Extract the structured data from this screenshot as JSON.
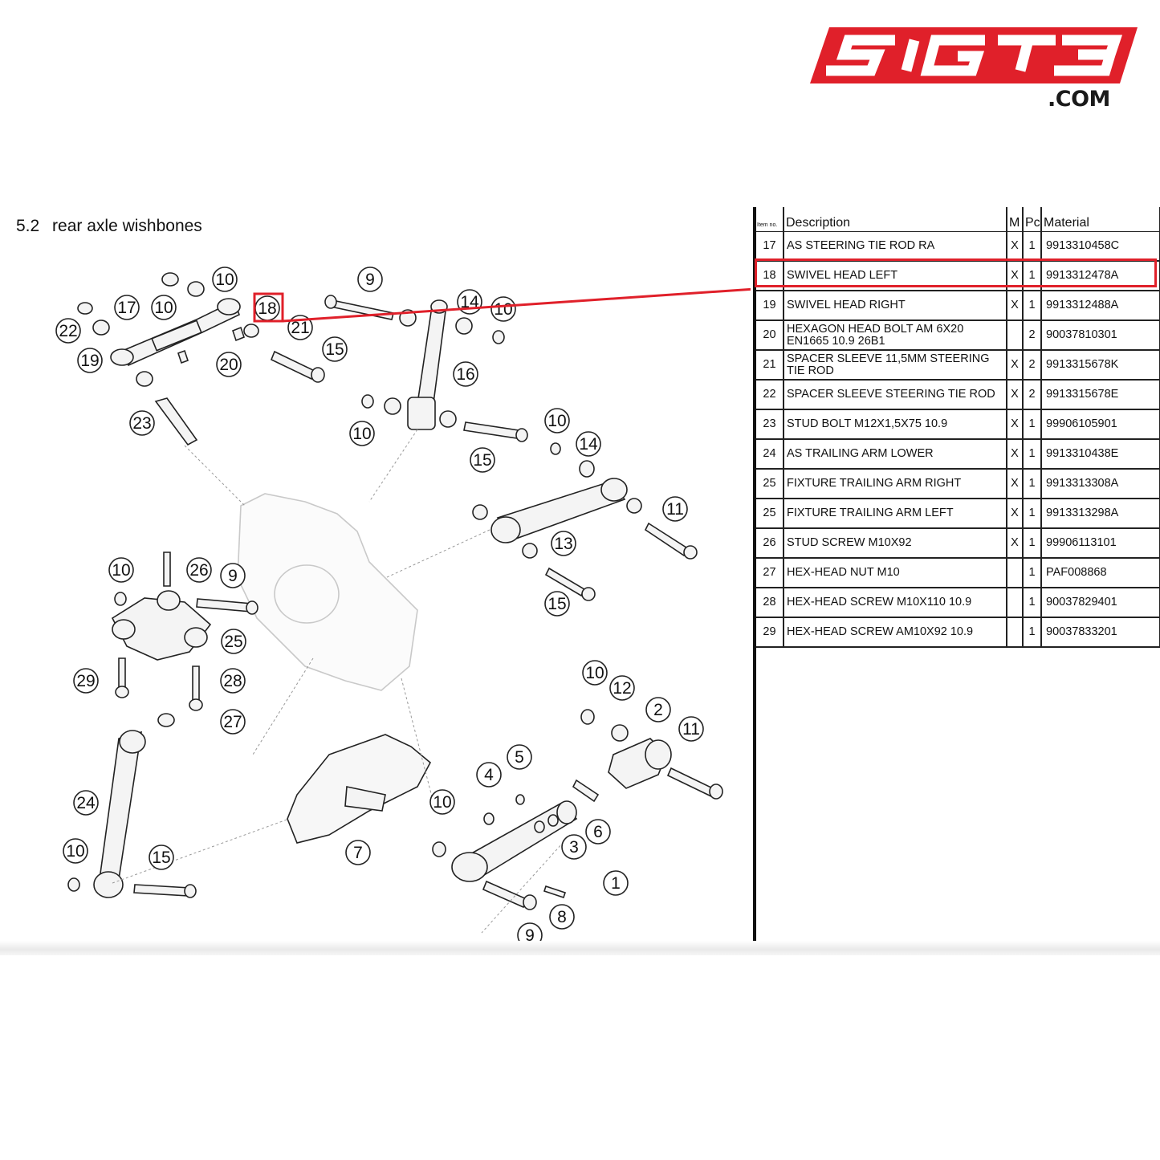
{
  "brand": {
    "logo_text": "5IGT3",
    "domain": ".COM",
    "accent": "#e0202a"
  },
  "section": {
    "number": "5.2",
    "title": "rear axle wishbones"
  },
  "table": {
    "headers": {
      "item": "Item no.",
      "description": "Description",
      "m": "M",
      "pc": "Pc.",
      "material": "Material"
    },
    "rows": [
      {
        "item": "17",
        "description": "AS STEERING TIE ROD RA",
        "m": "X",
        "pc": "1",
        "material": "9913310458C"
      },
      {
        "item": "18",
        "description": "SWIVEL HEAD LEFT",
        "m": "X",
        "pc": "1",
        "material": "9913312478A"
      },
      {
        "item": "19",
        "description": "SWIVEL HEAD RIGHT",
        "m": "X",
        "pc": "1",
        "material": "9913312488A"
      },
      {
        "item": "20",
        "description": "HEXAGON HEAD BOLT AM 6X20 EN1665 10.9 26B1",
        "m": "",
        "pc": "2",
        "material": "90037810301"
      },
      {
        "item": "21",
        "description": "SPACER SLEEVE 11,5MM STEERING TIE ROD",
        "m": "X",
        "pc": "2",
        "material": "9913315678K"
      },
      {
        "item": "22",
        "description": "SPACER SLEEVE STEERING TIE ROD",
        "m": "X",
        "pc": "2",
        "material": "9913315678E"
      },
      {
        "item": "23",
        "description": "STUD BOLT M12X1,5X75 10.9",
        "m": "X",
        "pc": "1",
        "material": "99906105901"
      },
      {
        "item": "24",
        "description": "AS TRAILING ARM LOWER",
        "m": "X",
        "pc": "1",
        "material": "9913310438E"
      },
      {
        "item": "25",
        "description": "FIXTURE TRAILING ARM RIGHT",
        "m": "X",
        "pc": "1",
        "material": "9913313308A"
      },
      {
        "item": "25",
        "description": "FIXTURE TRAILING ARM LEFT",
        "m": "X",
        "pc": "1",
        "material": "9913313298A"
      },
      {
        "item": "26",
        "description": "STUD SCREW M10X92",
        "m": "X",
        "pc": "1",
        "material": "99906113101"
      },
      {
        "item": "27",
        "description": "HEX-HEAD NUT M10",
        "m": "",
        "pc": "1",
        "material": "PAF008868"
      },
      {
        "item": "28",
        "description": "HEX-HEAD SCREW M10X110 10.9",
        "m": "",
        "pc": "1",
        "material": "90037829401"
      },
      {
        "item": "29",
        "description": "HEX-HEAD SCREW AM10X92 10.9",
        "m": "",
        "pc": "1",
        "material": "90037833201"
      }
    ],
    "highlighted_item": "18"
  },
  "callouts": [
    "10",
    "17",
    "10",
    "22",
    "19",
    "20",
    "18",
    "21",
    "15",
    "23",
    "9",
    "14",
    "10",
    "16",
    "10",
    "15",
    "10",
    "14",
    "11",
    "13",
    "15",
    "10",
    "26",
    "9",
    "25",
    "29",
    "28",
    "27",
    "24",
    "10",
    "15",
    "10",
    "12",
    "2",
    "11",
    "5",
    "4",
    "10",
    "3",
    "6",
    "7",
    "1",
    "8",
    "9"
  ]
}
